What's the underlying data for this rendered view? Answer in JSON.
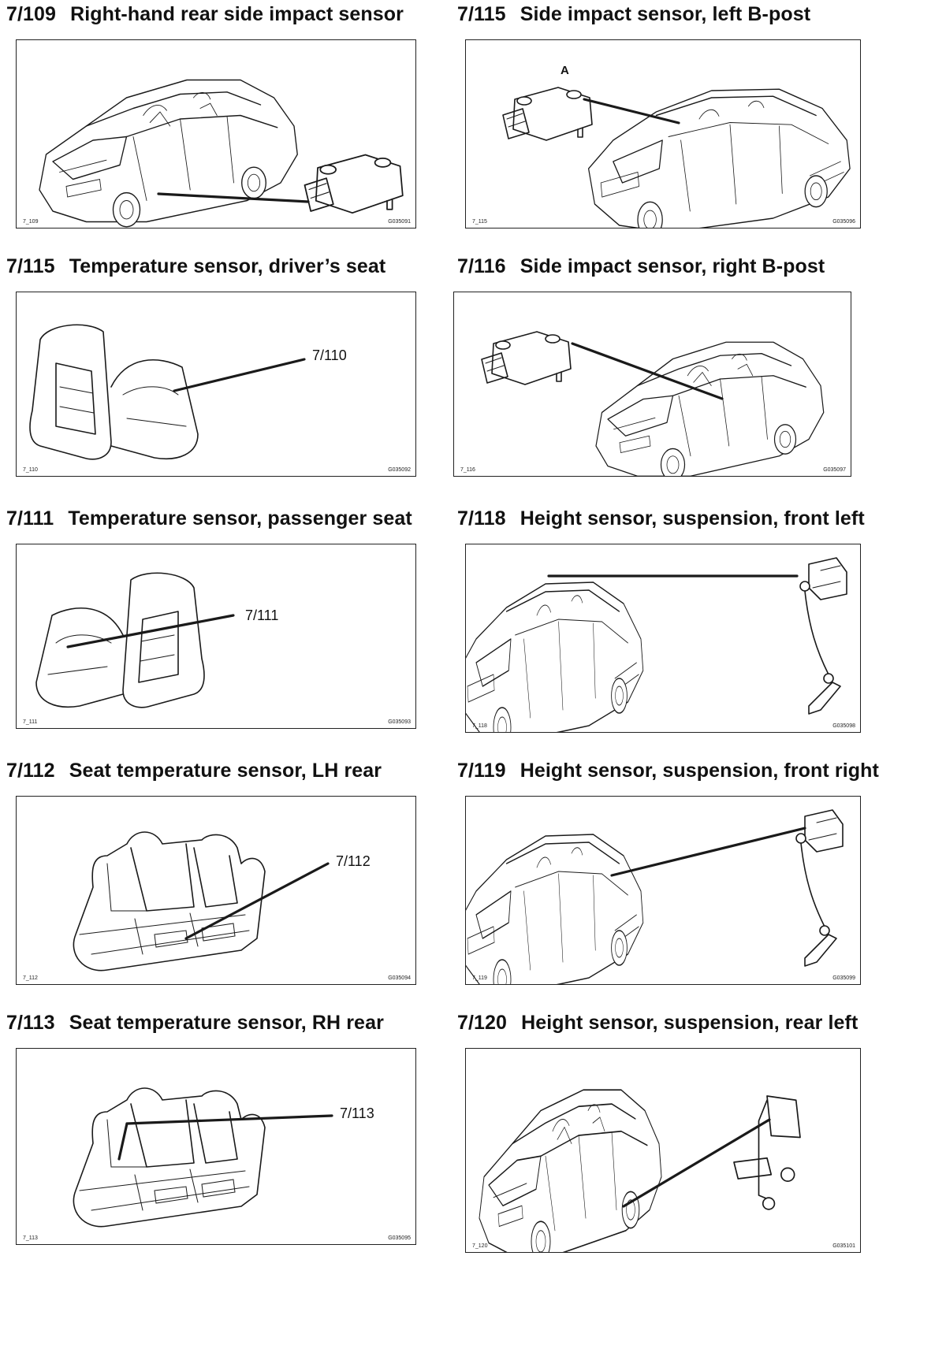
{
  "panels": [
    {
      "number": "7/109",
      "title": "Right-hand rear side impact sensor",
      "fig_left": "7_109",
      "fig_right": "G035091",
      "callout": "",
      "letter": ""
    },
    {
      "number": "7/115",
      "title": "Side impact sensor, left B-post",
      "fig_left": "7_115",
      "fig_right": "G035096",
      "callout": "",
      "letter": "A"
    },
    {
      "number": "7/115",
      "title": "Temperature sensor, driver’s seat",
      "fig_left": "7_110",
      "fig_right": "G035092",
      "callout": "7/110",
      "letter": ""
    },
    {
      "number": "7/116",
      "title": "Side impact sensor, right B-post",
      "fig_left": "7_116",
      "fig_right": "G035097",
      "callout": "",
      "letter": ""
    },
    {
      "number": "7/111",
      "title": "Temperature sensor, passenger seat",
      "fig_left": "7_111",
      "fig_right": "G035093",
      "callout": "7/111",
      "letter": ""
    },
    {
      "number": "7/118",
      "title": "Height sensor, suspension, front left",
      "fig_left": "7_118",
      "fig_right": "G035098",
      "callout": "",
      "letter": ""
    },
    {
      "number": "7/112",
      "title": "Seat temperature sensor, LH rear",
      "fig_left": "7_112",
      "fig_right": "G035094",
      "callout": "7/112",
      "letter": ""
    },
    {
      "number": "7/119",
      "title": "Height sensor, suspension, front right",
      "fig_left": "7_119",
      "fig_right": "G035099",
      "callout": "",
      "letter": ""
    },
    {
      "number": "7/113",
      "title": "Seat temperature sensor, RH rear",
      "fig_left": "7_113",
      "fig_right": "G035095",
      "callout": "7/113",
      "letter": ""
    },
    {
      "number": "7/120",
      "title": "Height sensor, suspension, rear left",
      "fig_left": "7_120",
      "fig_right": "G035101",
      "callout": "",
      "letter": ""
    }
  ]
}
